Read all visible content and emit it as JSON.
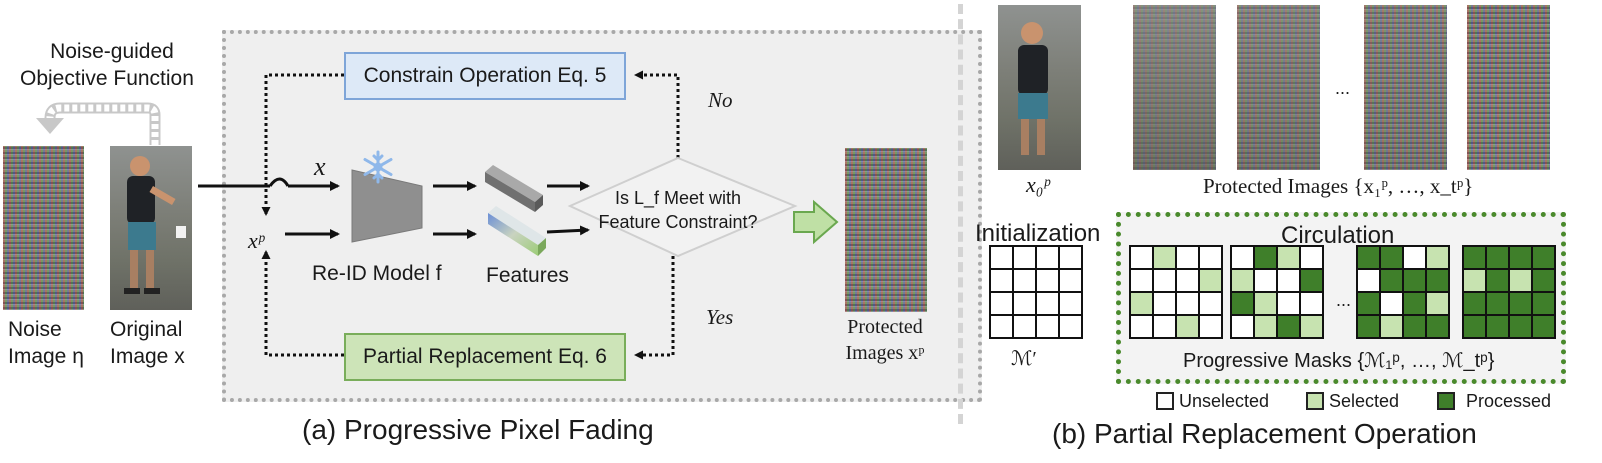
{
  "panel_a": {
    "caption": "(a) Progressive Pixel Fading",
    "noise_guided_line1": "Noise-guided",
    "noise_guided_line2": "Objective Function",
    "noise_image_line1": "Noise",
    "noise_image_line2": "Image η",
    "original_image_line1": "Original",
    "original_image_line2": "Image x",
    "constrain_box": "Constrain Operation Eq. 5",
    "partial_box": "Partial Replacement Eq. 6",
    "label_x": "x",
    "label_xp": "xᵖ",
    "reid_model": "Re-ID Model f",
    "features": "Features",
    "decision_line1": "Is L_f Meet with",
    "decision_line2": "Feature Constraint?",
    "no_label": "No",
    "yes_label": "Yes",
    "protected_line1": "Protected",
    "protected_line2": "Images xᵖ"
  },
  "panel_b": {
    "caption": "(b) Partial Replacement Operation",
    "x0_label": "x₀ᵖ",
    "protected_images_label": "Protected Images {x₁ᵖ, …, x_tᵖ}",
    "ellipsis": "...",
    "initialization": "Initialization",
    "m_prime": "ℳ′",
    "circulation": "Circulation",
    "progressive_masks": "Progressive Masks {ℳ₁ᵖ, …, ℳ_tᵖ}",
    "masks": [
      [
        0,
        0,
        0,
        0,
        0,
        0,
        0,
        0,
        0,
        0,
        0,
        0,
        0,
        0,
        0,
        0
      ],
      [
        0,
        1,
        0,
        0,
        0,
        0,
        0,
        1,
        1,
        0,
        0,
        0,
        0,
        0,
        1,
        0
      ],
      [
        0,
        2,
        1,
        0,
        1,
        0,
        0,
        2,
        2,
        1,
        0,
        0,
        0,
        1,
        2,
        1
      ],
      [
        2,
        2,
        0,
        1,
        0,
        2,
        2,
        2,
        2,
        0,
        2,
        1,
        2,
        1,
        2,
        2
      ],
      [
        2,
        2,
        2,
        2,
        1,
        2,
        1,
        2,
        2,
        2,
        2,
        2,
        2,
        2,
        2,
        2
      ]
    ]
  },
  "legend": {
    "unselected": "Unselected",
    "selected": "Selected",
    "processed": "Processed"
  },
  "colors": {
    "unselected": "#ffffff",
    "selected": "#c7e3b0",
    "processed": "#3f7f2a",
    "constrain_fill": "#dde9f7",
    "partial_fill": "#cde4b8"
  }
}
